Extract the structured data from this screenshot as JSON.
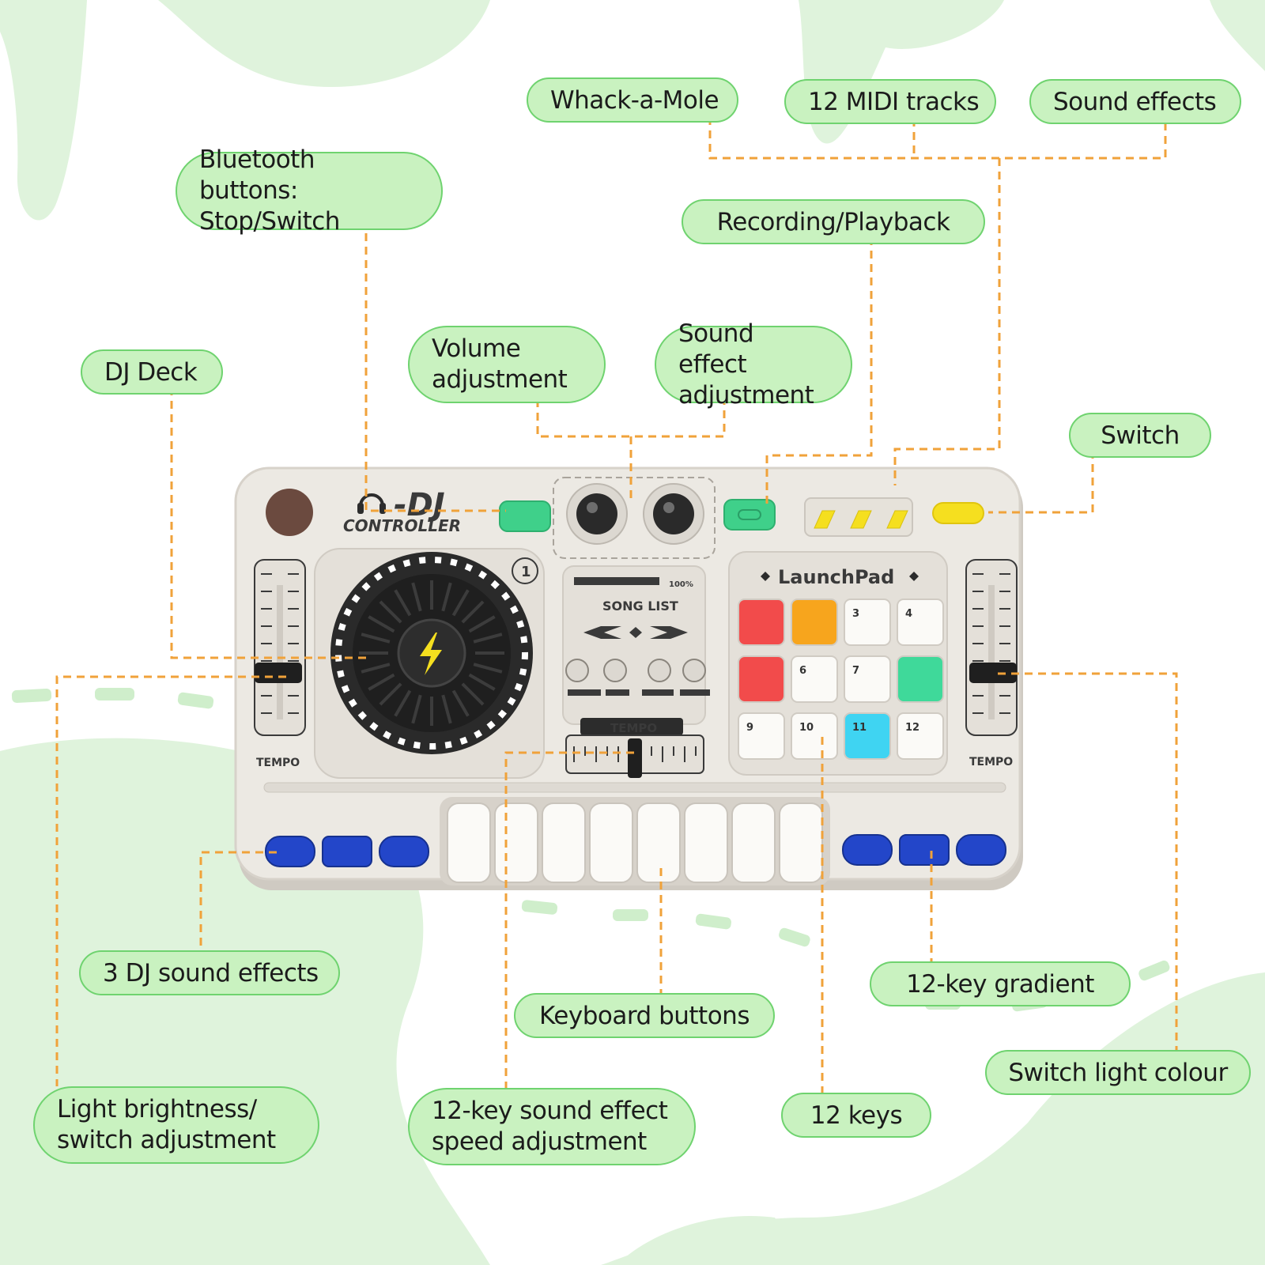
{
  "colors": {
    "callout_fill": "#c9f2c0",
    "callout_border": "#6fd36f",
    "leader_line": "#f0a23a",
    "background_blob": "#dff3dc",
    "device_body": "#ece9e3",
    "pad_red": "#f24b4b",
    "pad_orange": "#f7a51d",
    "pad_green": "#3fd99a",
    "pad_cyan": "#3fd4f2",
    "button_blue": "#2346c9",
    "button_green": "#3fd08a",
    "button_yellow": "#f5df1f"
  },
  "callouts": {
    "whack_a_mole": "Whack-a-Mole",
    "midi_tracks": "12 MIDI tracks",
    "sound_effects": "Sound effects",
    "bluetooth_line1": "Bluetooth buttons:",
    "bluetooth_line2": "Stop/Switch",
    "recording": "Recording/Playback",
    "volume_line1": "Volume",
    "volume_line2": "adjustment",
    "sfx_adj_line1": "Sound effect",
    "sfx_adj_line2": "adjustment",
    "dj_deck": "DJ Deck",
    "switch": "Switch",
    "dj_sfx": "3 DJ sound effects",
    "keyboard": "Keyboard buttons",
    "gradient": "12-key gradient",
    "switch_light": "Switch light colour",
    "brightness_line1": "Light brightness/",
    "brightness_line2": "switch adjustment",
    "speed_line1": "12-key sound effect",
    "speed_line2": "speed adjustment",
    "twelve_keys": "12 keys"
  },
  "device": {
    "logo": "-DJ",
    "logo_sub": "CONTROLLER",
    "launchpad": "LaunchPad",
    "song_list": "SONG LIST",
    "tempo_center": "TEMPO",
    "tempo_left": "TEMPO",
    "tempo_right": "TEMPO",
    "deck_number": "1",
    "volume_readout": "100%",
    "pad_labels": [
      "",
      "",
      "3",
      "4",
      "",
      "6",
      "7",
      "",
      "9",
      "10",
      "11",
      "12"
    ]
  }
}
